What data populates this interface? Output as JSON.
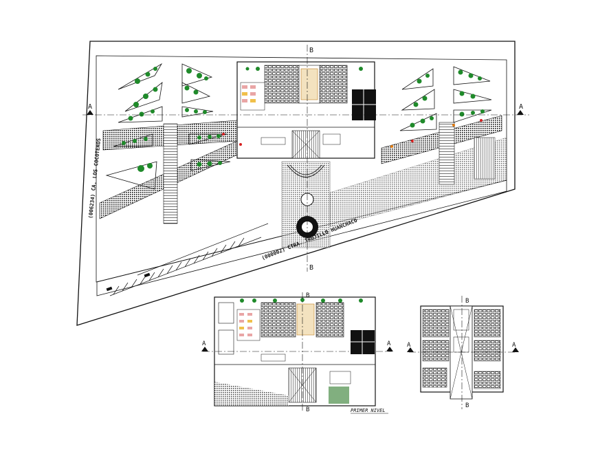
{
  "site_plan": {
    "street_left": "(006234) CA. LOS COCOTEROS",
    "street_bottom": "(000002) CTRA. TRUJILLO HUANCHACO",
    "section_left": "A",
    "section_right": "A",
    "section_top": "B",
    "section_bottom": "B"
  },
  "floor_plan": {
    "caption": "PRIMER NIVEL",
    "section_left": "A",
    "section_right": "A",
    "section_top": "B",
    "section_bottom": "B"
  },
  "upper_plan": {
    "section_left": "A",
    "section_right": "A",
    "section_top": "B",
    "section_bottom": "B"
  },
  "colors": {
    "line": "#111111",
    "tree": "#1f8a2a",
    "accent_red": "#d62020",
    "accent_orange": "#e07a10",
    "background": "#ffffff"
  }
}
